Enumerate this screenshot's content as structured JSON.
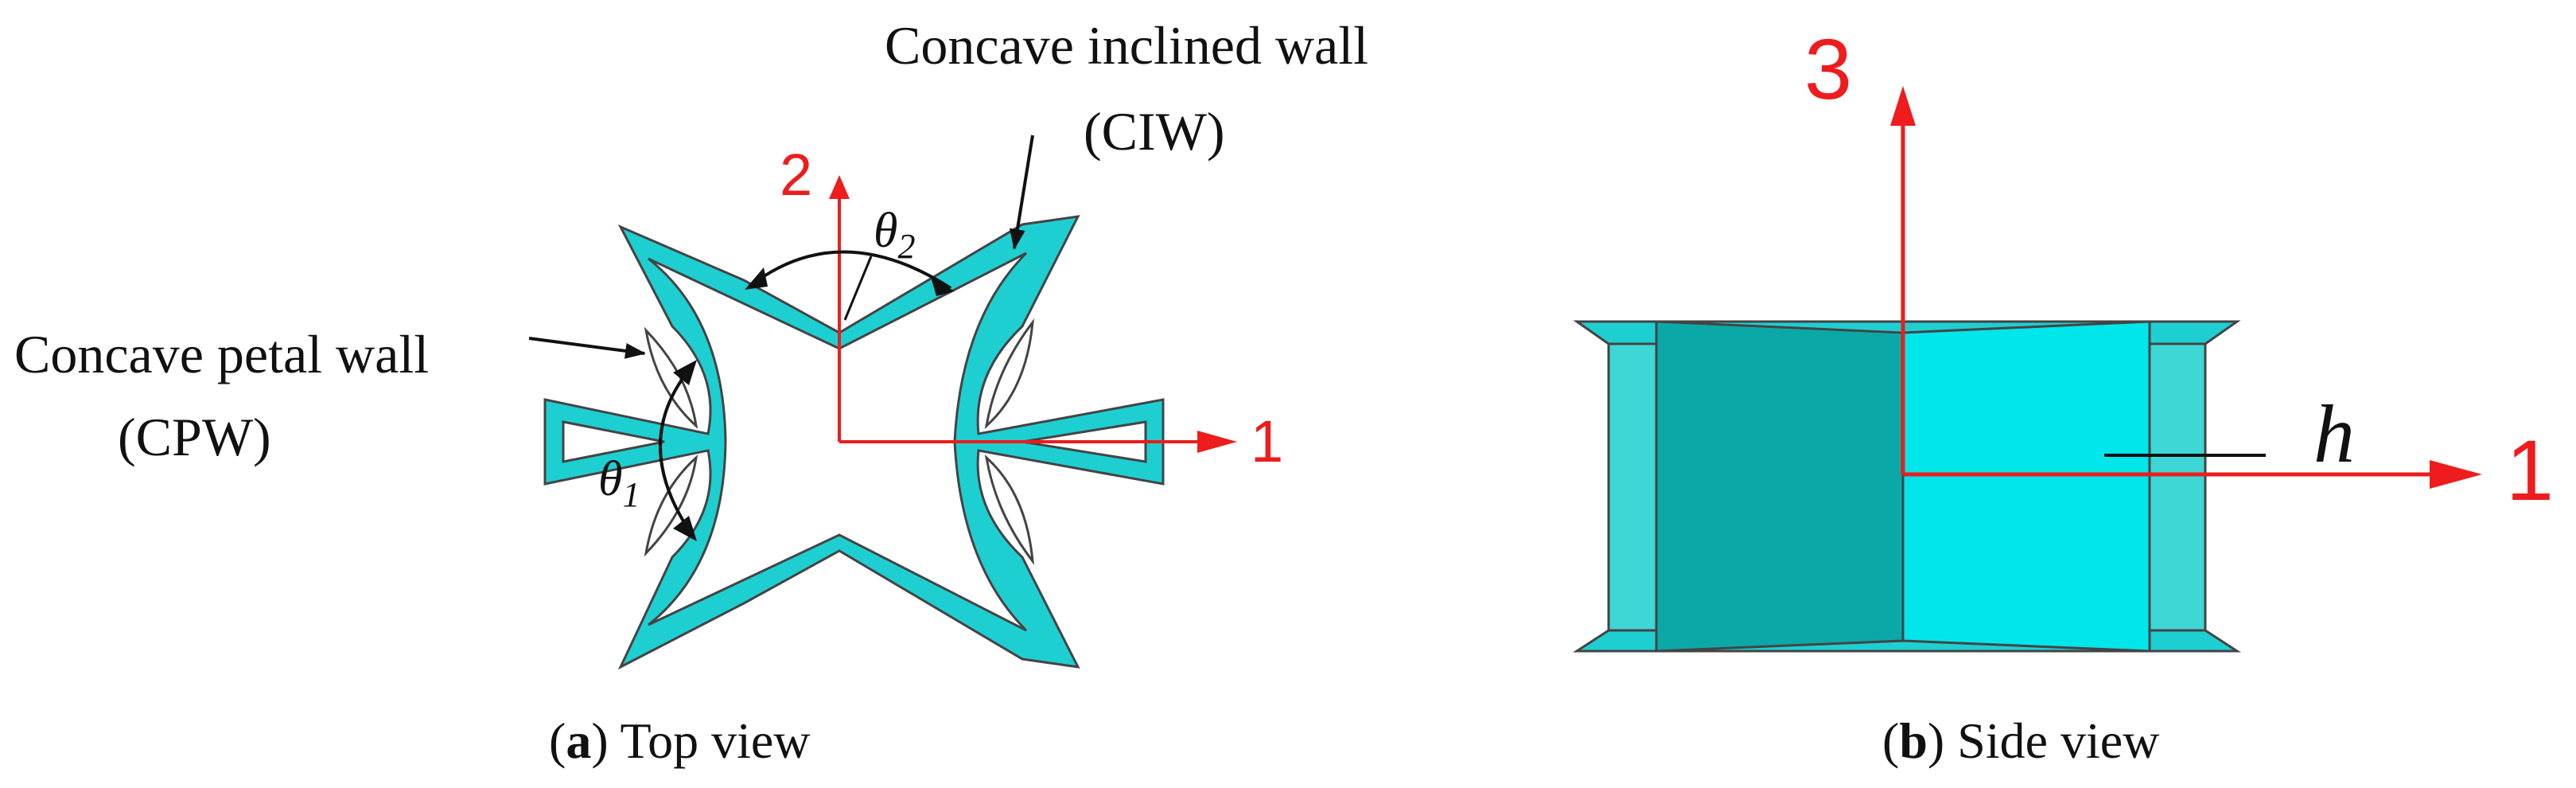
{
  "colors": {
    "cyan": "#1ecfd2",
    "cyan_dark": "#0aa9a8",
    "cyan_bright": "#00e6eb",
    "cyan_light": "#3fd6d6",
    "outline": "#444444",
    "axis_red": "#ee1c1c",
    "text": "#111111"
  },
  "panel_a": {
    "label_ciw_line1": "Concave inclined wall",
    "label_ciw_line2": "(CIW)",
    "label_cpw_line1": "Concave petal wall",
    "label_cpw_line2": "(CPW)",
    "theta1_sym": "θ",
    "theta1_sub": "1",
    "theta2_sym": "θ",
    "theta2_sub": "2",
    "axis_1": "1",
    "axis_2": "2",
    "caption_letter": "a",
    "caption_text": "Top view"
  },
  "panel_b": {
    "axis_3": "3",
    "axis_1": "1",
    "h_label": "h",
    "caption_letter": "b",
    "caption_text": "Side view"
  }
}
